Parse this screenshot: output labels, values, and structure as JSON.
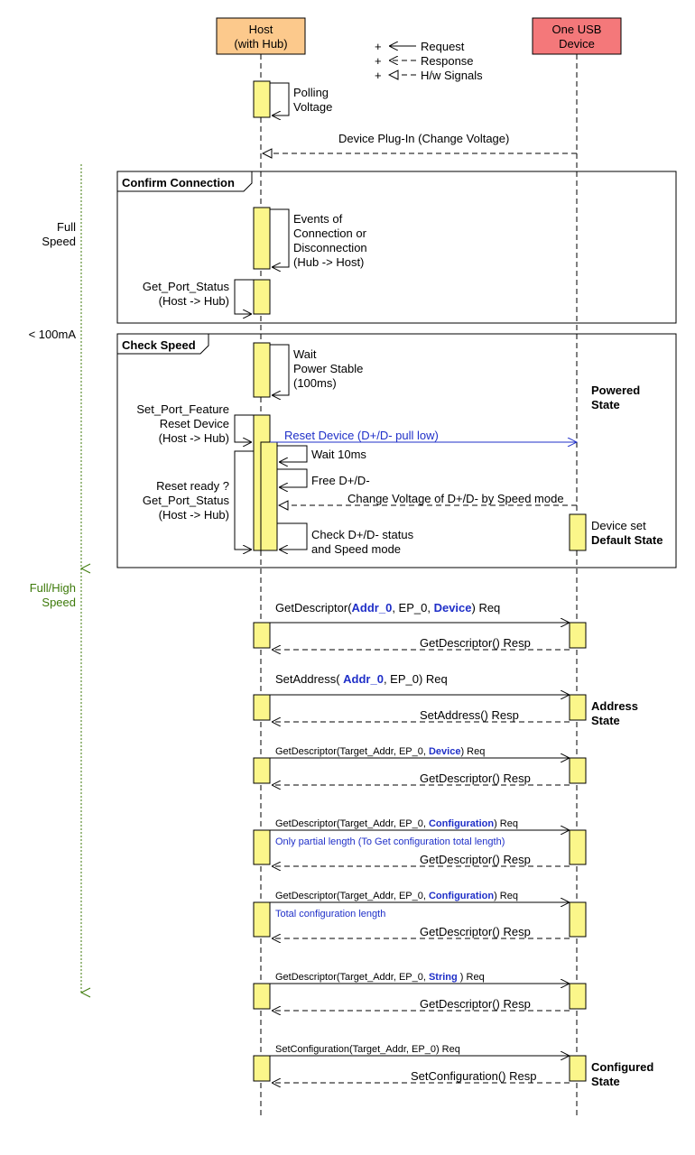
{
  "participants": {
    "host_line1": "Host",
    "host_line2": "(with Hub)",
    "device_line1": "One USB",
    "device_line2": "Device",
    "host_color": "#fcc98c",
    "device_color": "#f4787a"
  },
  "legend": {
    "request": "Request",
    "response": "Response",
    "hw_signals": "H/w Signals",
    "plus": "+"
  },
  "side_labels": {
    "full": "Full",
    "speed": "Speed",
    "current": "< 100mA",
    "fullhigh": "Full/High",
    "speed2": "Speed"
  },
  "frames": {
    "confirm_connection": "Confirm Connection",
    "check_speed": "Check Speed"
  },
  "messages": {
    "polling_1": "Polling",
    "polling_2": "Voltage",
    "plug_in": "Device Plug-In (Change Voltage)",
    "events_1": "Events of",
    "events_2": "Connection or",
    "events_3": "Disconnection",
    "events_4": "(Hub -> Host)",
    "gps_1": "Get_Port_Status",
    "gps_2": "(Host -> Hub)",
    "wait_1": "Wait",
    "wait_2": "Power Stable",
    "wait_3": "(100ms)",
    "spf_1": "Set_Port_Feature",
    "spf_2": "Reset Device",
    "spf_3": "(Host -> Hub)",
    "reset_device": "Reset Device (D+/D- pull low)",
    "wait10": "Wait 10ms",
    "free": "Free D+/D-",
    "change_voltage": "Change Voltage of D+/D- by Speed mode",
    "rr_1": "Reset ready ?",
    "rr_2": "Get_Port_Status",
    "rr_3": "(Host -> Hub)",
    "check_1": "Check D+/D- status",
    "check_2": "and Speed mode"
  },
  "states": {
    "powered_1": "Powered",
    "powered_2": "State",
    "devset_1": "Device set",
    "devset_2": "Default State",
    "address_1": "Address",
    "address_2": "State",
    "configured_1": "Configured",
    "configured_2": "State"
  },
  "enum": {
    "m1_a": "GetDescriptor(",
    "m1_b": "Addr_0",
    "m1_c": ", EP_0,  ",
    "m1_d": "Device",
    "m1_e": ") Req",
    "r1": "GetDescriptor() Resp",
    "m2_a": "SetAddress( ",
    "m2_b": "Addr_0",
    "m2_c": ", EP_0) Req",
    "r2": "SetAddress() Resp",
    "m3_a": "GetDescriptor(Target_Addr, EP_0,  ",
    "m3_b": "Device",
    "m3_c": ") Req",
    "r3": "GetDescriptor() Resp",
    "m4_a": "GetDescriptor(Target_Addr, EP_0,  ",
    "m4_b": "Configuration",
    "m4_c": ") Req",
    "n4": "Only partial length (To Get configuration total length)",
    "r4": "GetDescriptor() Resp",
    "m5_a": "GetDescriptor(Target_Addr, EP_0,  ",
    "m5_b": "Configuration",
    "m5_c": ") Req",
    "n5": "Total configuration length",
    "r5": "GetDescriptor() Resp",
    "m6_a": "GetDescriptor(Target_Addr, EP_0,  ",
    "m6_b": "String",
    "m6_c": " ) Req",
    "r6": "GetDescriptor() Resp",
    "m7": "SetConfiguration(Target_Addr, EP_0) Req",
    "r7": "SetConfiguration() Resp"
  }
}
